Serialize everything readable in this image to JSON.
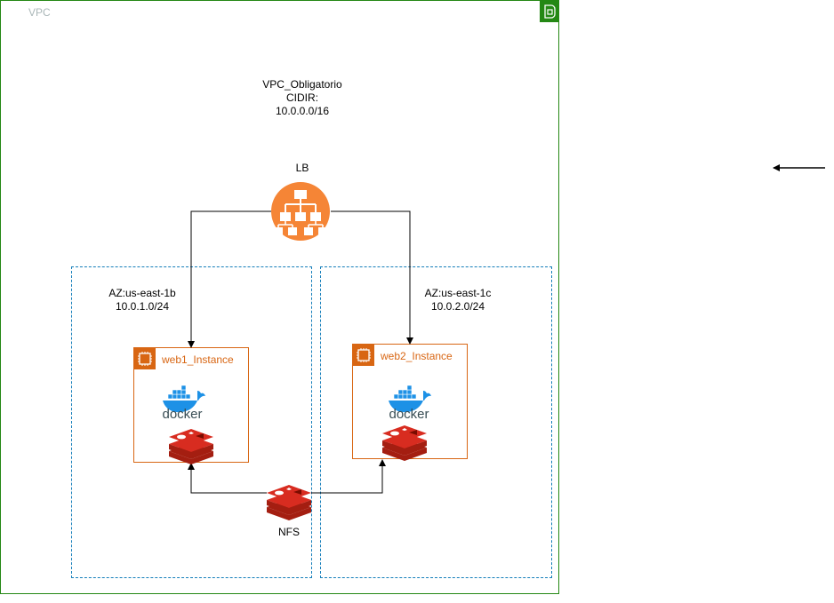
{
  "vpc": {
    "label": "VPC",
    "title_line1": "VPC_Obligatorio",
    "title_line2": "CIDIR:",
    "title_line3": "10.0.0.0/16",
    "icon": "vpc-icon",
    "color": "#248814"
  },
  "load_balancer": {
    "label": "LB",
    "icon": "elastic-load-balancer-icon",
    "color": "#f58536"
  },
  "availability_zones": [
    {
      "name": "AZ:us-east-1b",
      "cidr": "10.0.1.0/24"
    },
    {
      "name": "AZ:us-east-1c",
      "cidr": "10.0.2.0/24"
    }
  ],
  "instances": [
    {
      "label": "web1_Instance",
      "icon": "ec2-instance-icon",
      "contents": [
        "docker-icon",
        "redis-icon"
      ]
    },
    {
      "label": "web2_Instance",
      "icon": "ec2-instance-icon",
      "contents": [
        "docker-icon",
        "redis-icon"
      ]
    }
  ],
  "docker": {
    "text": "docker",
    "color": "#1d91e6"
  },
  "nfs": {
    "label": "NFS",
    "icon": "redis-icon",
    "color": "#c72b29"
  },
  "instance_color": "#d86613"
}
